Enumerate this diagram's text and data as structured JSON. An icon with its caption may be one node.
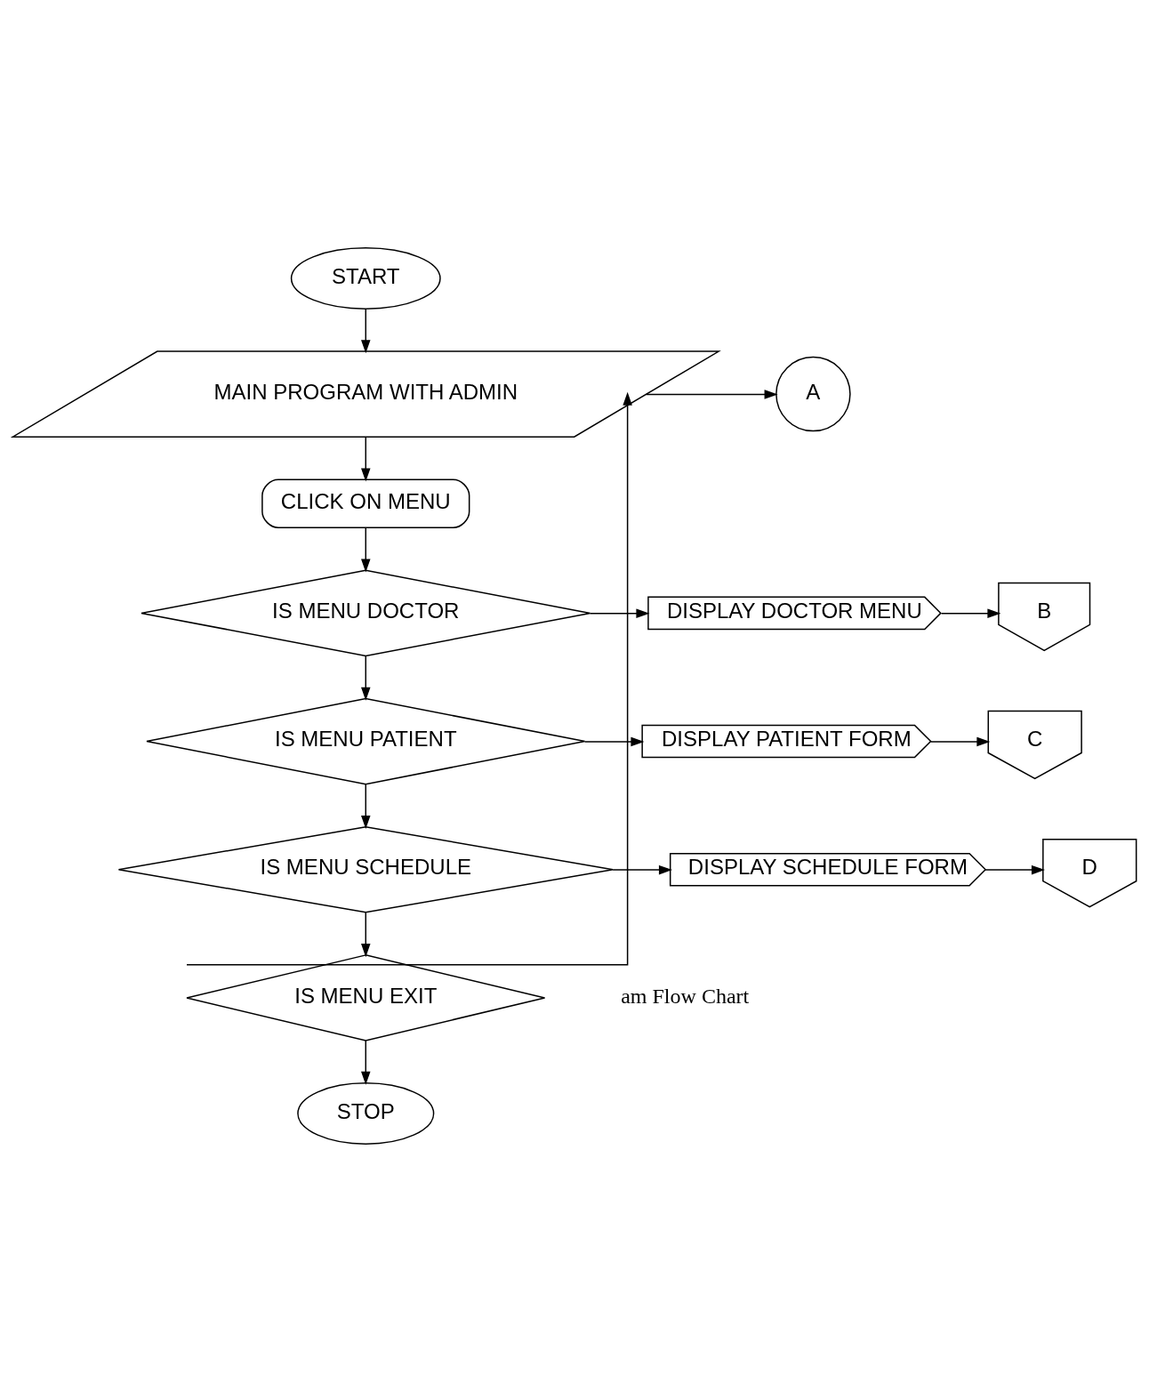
{
  "diagram": {
    "nodes": [
      {
        "text": [
          "START"
        ]
      },
      {
        "text": [
          "MAIN PROGRAM WITH ADMIN"
        ]
      },
      {
        "text": [
          "A"
        ]
      },
      {
        "text": [
          "CLICK ON MENU"
        ]
      },
      {
        "text": [
          "IS MENU DOCTOR"
        ]
      },
      {
        "text": [
          "DISPLAY DOCTOR MENU"
        ]
      },
      {
        "text": [
          "B"
        ]
      },
      {
        "text": [
          "IS MENU PATIENT"
        ]
      },
      {
        "text": [
          "DISPLAY PATIENT FORM"
        ]
      },
      {
        "text": [
          "C"
        ]
      },
      {
        "text": [
          "IS MENU SCHEDULE"
        ]
      },
      {
        "text": [
          "DISPLAY SCHEDULE FORM"
        ]
      },
      {
        "text": [
          "D"
        ]
      },
      {
        "text": [
          "IS MENU EXIT"
        ]
      },
      {
        "text": [
          "STOP"
        ]
      }
    ],
    "edges": [
      {
        "from": 0,
        "to": 1,
        "arrow": "to"
      },
      {
        "from": 1,
        "to": 2,
        "arrow": "to"
      },
      {
        "from": 1,
        "to": 3,
        "arrow": "to"
      },
      {
        "from": 3,
        "to": 4,
        "arrow": "to"
      },
      {
        "from": 4,
        "to": 5,
        "arrow": "to"
      },
      {
        "from": 5,
        "to": 6,
        "arrow": "to"
      },
      {
        "from": 4,
        "to": 7,
        "arrow": "to"
      },
      {
        "from": 7,
        "to": 8,
        "arrow": "to"
      },
      {
        "from": 8,
        "to": 9,
        "arrow": "to"
      },
      {
        "from": 7,
        "to": 10,
        "arrow": "to"
      },
      {
        "from": 10,
        "to": 11,
        "arrow": "to"
      },
      {
        "from": 11,
        "to": 12,
        "arrow": "to"
      },
      {
        "from": 10,
        "to": 13,
        "arrow": "to"
      },
      {
        "from": 13,
        "to": 14,
        "arrow": "to"
      },
      {
        "from": 13,
        "to": 1,
        "arrow": "to"
      }
    ],
    "labels": [
      "am Flow Chart"
    ]
  }
}
